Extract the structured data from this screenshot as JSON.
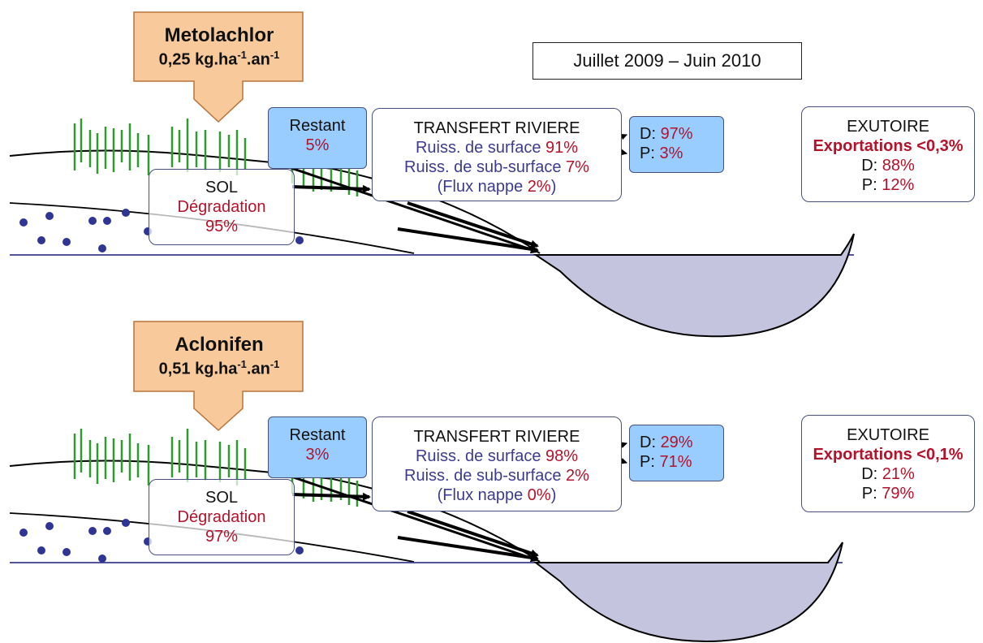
{
  "period": "Juillet 2009 – Juin 2010",
  "colors": {
    "arrow_fill": "#f8c99b",
    "arrow_stroke": "#b8743a",
    "box_blue": "#99ccff",
    "river_fill": "#c4c4df",
    "grass": "#2e9b2e",
    "dots": "#2f3592",
    "red_text": "#b3122b",
    "navy_text": "#3c3c8f"
  },
  "panels": [
    {
      "chemical": "Metolachlor",
      "rate": "0,25 kg.ha",
      "rate_exp1": "-1",
      "rate_mid": ".an",
      "rate_exp2": "-1",
      "restant": {
        "label": "Restant",
        "value": "5%"
      },
      "sol": {
        "label": "SOL",
        "degradation": "Dégradation",
        "value": "95%"
      },
      "transfert": {
        "title": "TRANSFERT RIVIERE",
        "surface_label": "Ruiss. de surface ",
        "surface_value": "91%",
        "subsurface_label": "Ruiss. de sub-surface ",
        "subsurface_value": "7%",
        "nappe_open": "(Flux nappe ",
        "nappe_value": "2%",
        "nappe_close": ")"
      },
      "dp": {
        "d_label": "D: ",
        "d_value": "97%",
        "p_label": "P: ",
        "p_value": "3%"
      },
      "exutoire": {
        "title": "EXUTOIRE",
        "exportations": "Exportations <0,3%",
        "d_label": "D: ",
        "d_value": "88%",
        "p_label": "P: ",
        "p_value": "12%"
      }
    },
    {
      "chemical": "Aclonifen",
      "rate": "0,51 kg.ha",
      "rate_exp1": "-1",
      "rate_mid": ".an",
      "rate_exp2": "-1",
      "restant": {
        "label": "Restant",
        "value": "3%"
      },
      "sol": {
        "label": "SOL",
        "degradation": "Dégradation",
        "value": "97%"
      },
      "transfert": {
        "title": "TRANSFERT RIVIERE",
        "surface_label": "Ruiss. de surface ",
        "surface_value": "98%",
        "subsurface_label": "Ruiss. de sub-surface ",
        "subsurface_value": "2%",
        "nappe_open": "(Flux nappe ",
        "nappe_value": "0%",
        "nappe_close": ")"
      },
      "dp": {
        "d_label": "D: ",
        "d_value": "29%",
        "p_label": "P: ",
        "p_value": "71%"
      },
      "exutoire": {
        "title": "EXUTOIRE",
        "exportations": "Exportations <0,1%",
        "d_label": "D: ",
        "d_value": "21%",
        "p_label": "P: ",
        "p_value": "79%"
      }
    }
  ]
}
